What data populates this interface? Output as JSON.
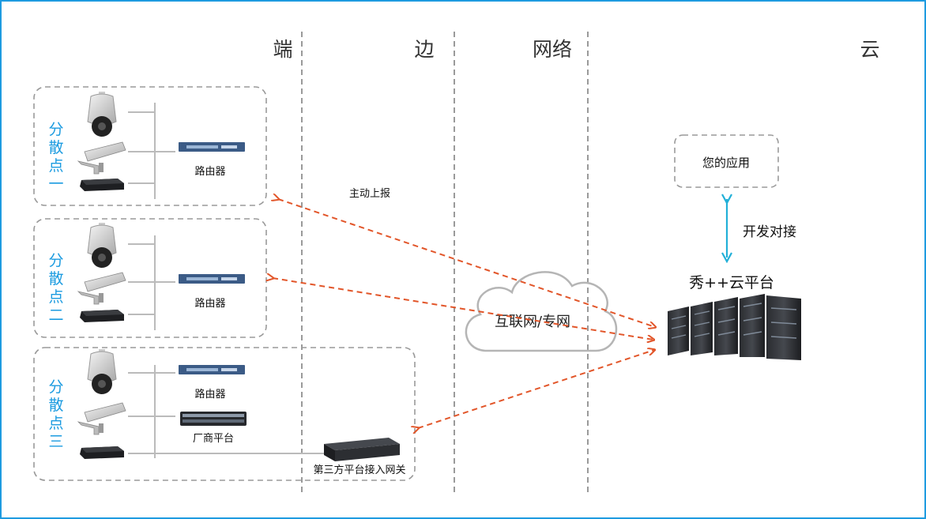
{
  "columns": {
    "duan": "端",
    "bian": "边",
    "network": "网络",
    "cloud": "云"
  },
  "sites": [
    {
      "chars": [
        "分",
        "散",
        "点",
        "一"
      ],
      "router_label": "路由器"
    },
    {
      "chars": [
        "分",
        "散",
        "点",
        "二"
      ],
      "router_label": "路由器"
    },
    {
      "chars": [
        "分",
        "散",
        "点",
        "三"
      ],
      "router_label": "路由器",
      "vendor_label": "厂商平台",
      "gateway_label": "第三方平台接入网关"
    }
  ],
  "report_label": "主动上报",
  "internet_label": "互联网/专网",
  "app_label": "您的应用",
  "dev_label": "开发对接",
  "platform_label": "秀++云平台",
  "colors": {
    "accent_blue": "#1b9be0",
    "arrow_orange": "#e2562a",
    "dash_gray": "#9a9a9a",
    "cyan_arrow": "#22b0d8"
  }
}
